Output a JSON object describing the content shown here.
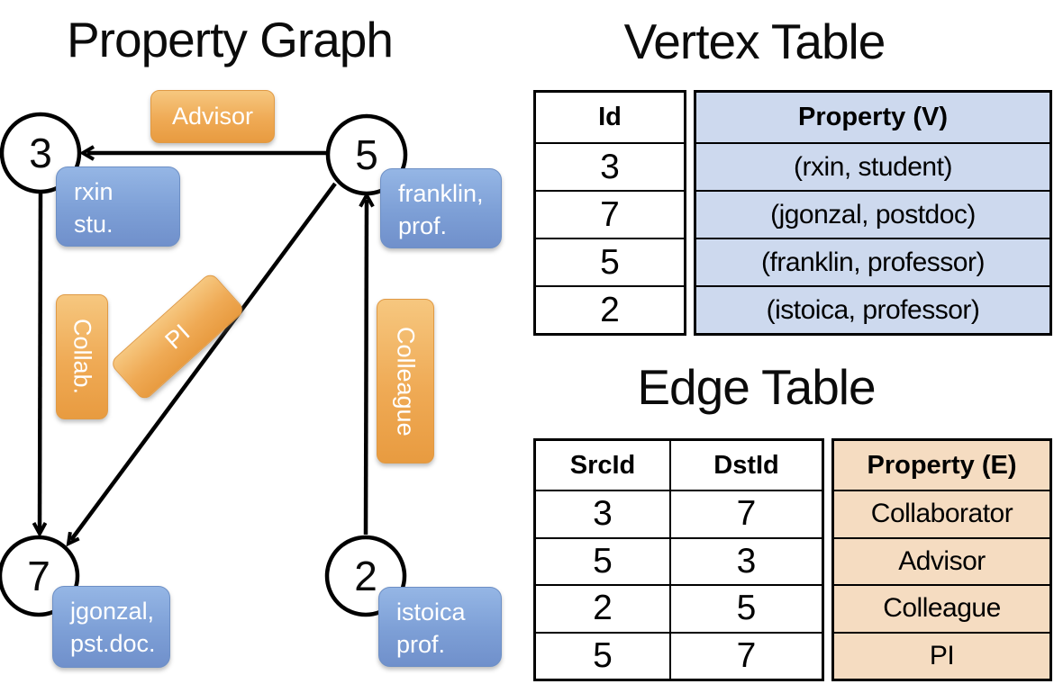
{
  "graph": {
    "title": "Property Graph",
    "nodes": {
      "n3": {
        "id": "3",
        "prop1": "rxin",
        "prop2": "stu."
      },
      "n5": {
        "id": "5",
        "prop1": "franklin,",
        "prop2": "prof."
      },
      "n7": {
        "id": "7",
        "prop1": "jgonzal,",
        "prop2": "pst.doc."
      },
      "n2": {
        "id": "2",
        "prop1": "istoica",
        "prop2": "prof."
      }
    },
    "edge_labels": {
      "advisor": "Advisor",
      "collab": "Collab.",
      "pi": "PI",
      "colleague": "Colleague"
    }
  },
  "vertex_table": {
    "title": "Vertex Table",
    "id_header": "Id",
    "property_header": "Property (V)",
    "rows": [
      {
        "id": "3",
        "property": "(rxin, student)"
      },
      {
        "id": "7",
        "property": "(jgonzal, postdoc)"
      },
      {
        "id": "5",
        "property": "(franklin, professor)"
      },
      {
        "id": "2",
        "property": "(istoica, professor)"
      }
    ]
  },
  "edge_table": {
    "title": "Edge Table",
    "src_header": "SrcId",
    "dst_header": "DstId",
    "property_header": "Property (E)",
    "rows": [
      {
        "src": "3",
        "dst": "7",
        "property": "Collaborator"
      },
      {
        "src": "5",
        "dst": "3",
        "property": "Advisor"
      },
      {
        "src": "2",
        "dst": "5",
        "property": "Colleague"
      },
      {
        "src": "5",
        "dst": "7",
        "property": "PI"
      }
    ]
  },
  "colors": {
    "edge_label_orange_top": "#f6c77f",
    "edge_label_orange_bottom": "#e89b40",
    "vertex_box_blue_top": "#95b6e5",
    "vertex_box_blue_bottom": "#7090cb",
    "vertex_table_column_bg": "#cdd9ee",
    "edge_table_column_bg": "#f5dcc1",
    "line_color": "#000000"
  }
}
